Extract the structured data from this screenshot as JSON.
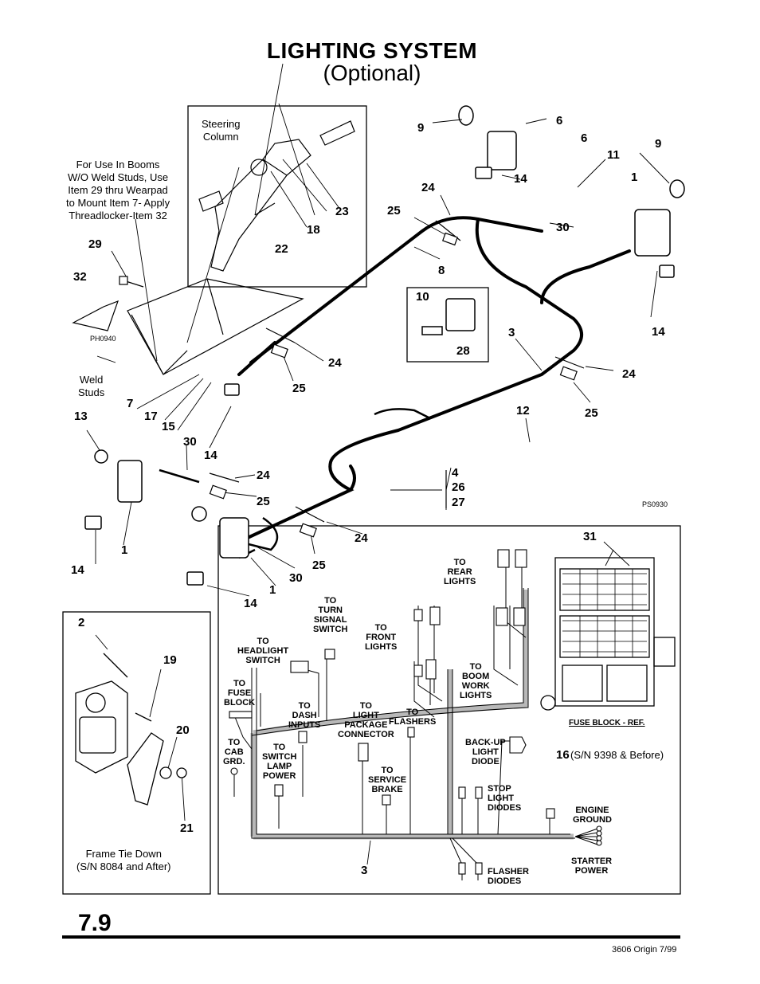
{
  "title": {
    "main": "LIGHTING SYSTEM",
    "sub": "(Optional)"
  },
  "page": {
    "number": "7.9",
    "origin": "3606 Origin 7/99"
  },
  "notes": {
    "steering_line1": "Steering",
    "steering_line2": "Column",
    "booms_note": [
      "For Use In Booms",
      "W/O Weld Studs, Use",
      "Item 29 thru Wearpad",
      "to Mount Item 7- Apply",
      "Threadlocker-Item 32"
    ],
    "weld_line1": "Weld",
    "weld_line2": "Studs",
    "frame_line1": "Frame Tie Down",
    "frame_line2": "(S/N 8084 and After)",
    "ph_code": "PH0940",
    "ps_code": "PS0930",
    "sn_note": "(S/N 9398 & Before)",
    "fuse_ref": "FUSE BLOCK - REF."
  },
  "callouts": {
    "n1": "1",
    "n2": "2",
    "n3": "3",
    "n6": "6",
    "n7": "7",
    "n8": "8",
    "n9": "9",
    "n10": "10",
    "n11": "11",
    "n12": "12",
    "n13": "13",
    "n14": "14",
    "n15": "15",
    "n16": "16",
    "n17": "17",
    "n18": "18",
    "n19": "19",
    "n20": "20",
    "n21": "21",
    "n22": "22",
    "n23": "23",
    "n24": "24",
    "n25": "25",
    "n26": "26",
    "n27": "27",
    "n28": "28",
    "n29": "29",
    "n30": "30",
    "n31": "31",
    "n32": "32",
    "n4": "4"
  },
  "harness_labels": {
    "rear_lights": [
      "TO",
      "REAR",
      "LIGHTS"
    ],
    "turn_signal": [
      "TO",
      "TURN",
      "SIGNAL",
      "SWITCH"
    ],
    "headlight": [
      "TO",
      "HEADLIGHT",
      "SWITCH"
    ],
    "front_lights": [
      "TO",
      "FRONT",
      "LIGHTS"
    ],
    "fuse_block": [
      "TO",
      "FUSE",
      "BLOCK"
    ],
    "boom_work": [
      "TO",
      "BOOM",
      "WORK",
      "LIGHTS"
    ],
    "dash_inputs": [
      "TO",
      "DASH",
      "INPUTS"
    ],
    "light_package": [
      "TO",
      "LIGHT",
      "PACKAGE",
      "CONNECTOR"
    ],
    "flashers": [
      "TO",
      "FLASHERS"
    ],
    "cab_grd": [
      "TO",
      "CAB",
      "GRD."
    ],
    "switch_lamp": [
      "TO",
      "SWITCH",
      "LAMP",
      "POWER"
    ],
    "service_brake": [
      "TO",
      "SERVICE",
      "BRAKE"
    ],
    "backup_diode": [
      "BACK-UP",
      "LIGHT",
      "DIODE"
    ],
    "stop_diodes": [
      "STOP",
      "LIGHT",
      "DIODES"
    ],
    "engine_ground": [
      "ENGINE",
      "GROUND"
    ],
    "starter_power": [
      "STARTER",
      "POWER"
    ],
    "flasher_diodes": [
      "FLASHER",
      "DIODES"
    ]
  }
}
